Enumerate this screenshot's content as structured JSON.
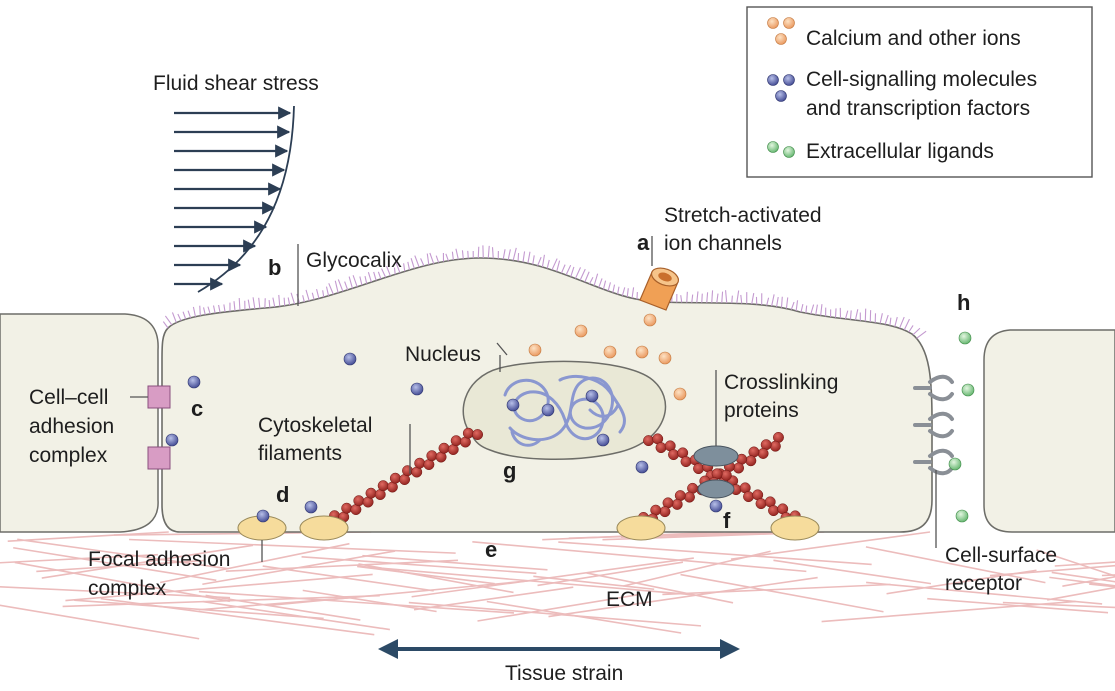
{
  "legend": {
    "items": [
      {
        "label": "Calcium and other ions",
        "color": "#f3b27c"
      },
      {
        "label_line1": "Cell-signalling molecules",
        "label_line2": "and transcription factors",
        "color": "#5a64a8"
      },
      {
        "label": "Extracellular ligands",
        "color": "#8fcf8f"
      }
    ]
  },
  "labels": {
    "fluid_shear_stress": "Fluid shear stress",
    "glycocalix": "Glycocalix",
    "stretch_line1": "Stretch-activated",
    "stretch_line2": "ion channels",
    "nucleus": "Nucleus",
    "crosslinking_line1": "Crosslinking",
    "crosslinking_line2": "proteins",
    "cellcell_line1": "Cell–cell",
    "cellcell_line2": "adhesion",
    "cellcell_line3": "complex",
    "cytoskeletal_line1": "Cytoskeletal",
    "cytoskeletal_line2": "filaments",
    "focal_line1": "Focal adhesion",
    "focal_line2": "complex",
    "cell_surface_line1": "Cell-surface",
    "cell_surface_line2": "receptor",
    "ecm": "ECM",
    "tissue_strain": "Tissue strain"
  },
  "letters": {
    "a": "a",
    "b": "b",
    "c": "c",
    "d": "d",
    "e": "e",
    "f": "f",
    "g": "g",
    "h": "h"
  },
  "colors": {
    "cell_fill": "#f2f1e6",
    "cell_stroke": "#6d6d68",
    "ecm_fibers": "#e9b7b7",
    "cytoskeleton": "#b8302c",
    "ion": "#f3b27c",
    "signal": "#5a64a8",
    "ligand": "#8fcf8f",
    "adhesion_complex": "#d89cc4",
    "focal_adhesion": "#f6dc9c",
    "crosslinker": "#7e8f9c",
    "glycocalyx": "#c49ad0",
    "arrow": "#2c4a66"
  }
}
